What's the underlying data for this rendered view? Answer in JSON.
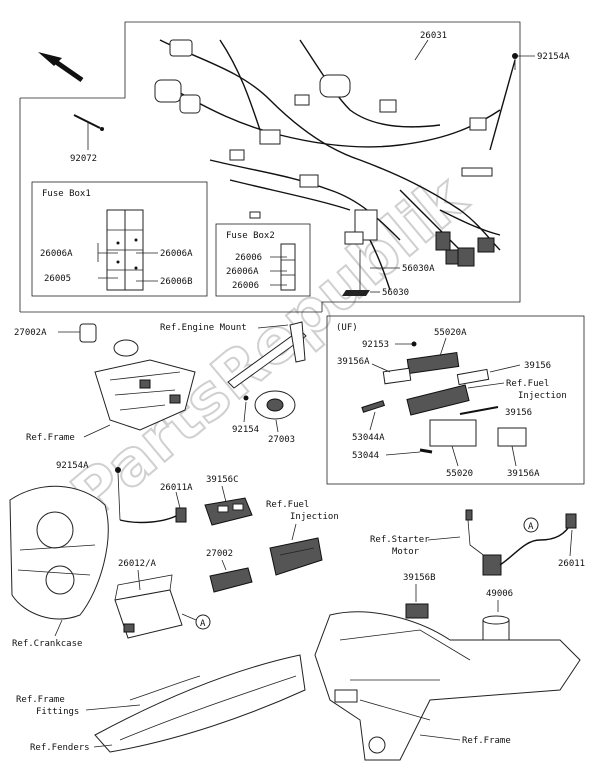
{
  "watermark": "PartsRepublik",
  "labels": {
    "p26031": "26031",
    "p92154a_top": "92154A",
    "p92072": "92072",
    "fusebox1_title": "Fuse Box1",
    "fb1_26006a_left": "26006A",
    "fb1_26006a_right": "26006A",
    "fb1_26005": "26005",
    "fb1_26006b": "26006B",
    "fusebox2_title": "Fuse Box2",
    "fb2_26006": "26006",
    "fb2_26006a": "26006A",
    "p56030a": "56030A",
    "p56030": "56030",
    "p27002a": "27002A",
    "ref_engine_mount": "Ref.Engine Mount",
    "uf_title": "(UF)",
    "p92153": "92153",
    "p55020a": "55020A",
    "p39156a_top": "39156A",
    "p39156_top": "39156",
    "ref_fuel_injection_uf_1": "Ref.Fuel",
    "ref_fuel_injection_uf_2": "Injection",
    "p39156_mid": "39156",
    "p53044a": "53044A",
    "p53044": "53044",
    "p55020": "55020",
    "p39156a_bot": "39156A",
    "ref_frame_top": "Ref.Frame",
    "p92154": "92154",
    "p27003": "27003",
    "p92154a_mid": "92154A",
    "p26011a": "26011A",
    "p39156c": "39156C",
    "ref_fuel_injection_1": "Ref.Fuel",
    "ref_fuel_injection_2": "Injection",
    "p26012a": "26012/A",
    "p27002": "27002",
    "ref_starter_1": "Ref.Starter",
    "ref_starter_2": "Motor",
    "p26011": "26011",
    "p39156b": "39156B",
    "p49006": "49006",
    "ref_crankcase": "Ref.Crankcase",
    "ref_frame_fittings_1": "Ref.Frame",
    "ref_frame_fittings_2": "Fittings",
    "ref_fenders": "Ref.Fenders",
    "ref_frame_bottom": "Ref.Frame",
    "callout_a": "A"
  }
}
